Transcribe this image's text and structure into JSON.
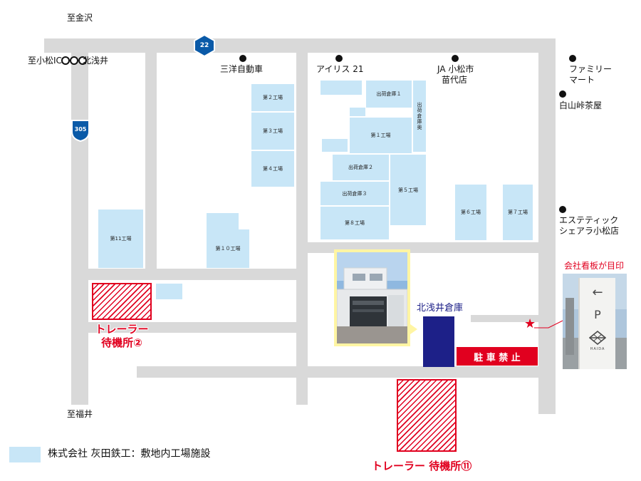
{
  "colors": {
    "road": "#d9d9d9",
    "facility": "#c8e6f7",
    "accent_red": "#e1001f",
    "warehouse": "#1d2088",
    "photo_border": "#fff5a3"
  },
  "directions": {
    "kanazawa": "至金沢",
    "komatsu_ic": "至小松IC",
    "fukui": "至福井"
  },
  "stations": {
    "kitaazai": "北浅井"
  },
  "routes": {
    "r22": "22",
    "r305": "305"
  },
  "landmarks": {
    "sanyo": "三洋自動車",
    "iris": "アイリス 21",
    "ja_line1": "JA 小松市",
    "ja_line2": "苗代店",
    "famima_line1": "ファミリー",
    "famima_line2": "マート",
    "hakusan": "白山峠茶屋",
    "esthe_line1": "エステティック",
    "esthe_line2": "シェアラ小松店"
  },
  "buildings": {
    "f2": "第２工場",
    "f3": "第３工場",
    "f4": "第４工場",
    "ship1": "出荷倉庫１",
    "ship_back": "出荷倉庫奥",
    "f1": "第１工場",
    "ship2": "出荷倉庫２",
    "ship3": "出荷倉庫３",
    "f5": "第５工場",
    "f8": "第８工場",
    "f6": "第６工場",
    "f7": "第７工場",
    "f11": "第11工場",
    "f10": "第１０工場"
  },
  "warehouse": {
    "label": "北浅井倉庫"
  },
  "no_parking": "駐 車 禁 止",
  "signboard": {
    "caption": "会社看板が目印",
    "arrow": "←",
    "letter": "P",
    "brand": "HAIDA"
  },
  "waiting": {
    "area2_line1": "トレーラー",
    "area2_line2": "待機所②",
    "area1": "トレーラー 待機所⑪"
  },
  "legend": {
    "text": "株式会社 灰田鉄工：敷地内工場施設"
  }
}
